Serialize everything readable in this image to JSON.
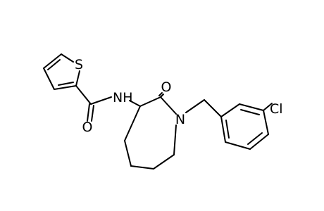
{
  "molecule": {
    "atom_labels": {
      "sulfur": "S",
      "nitrogen_amide": "NH",
      "oxygen_amide": "O",
      "oxygen_lactam": "O",
      "nitrogen_ring": "N",
      "chlorine": "Cl"
    },
    "colors": {
      "bond": "#000000",
      "label": "#000000",
      "background": "#ffffff"
    }
  }
}
